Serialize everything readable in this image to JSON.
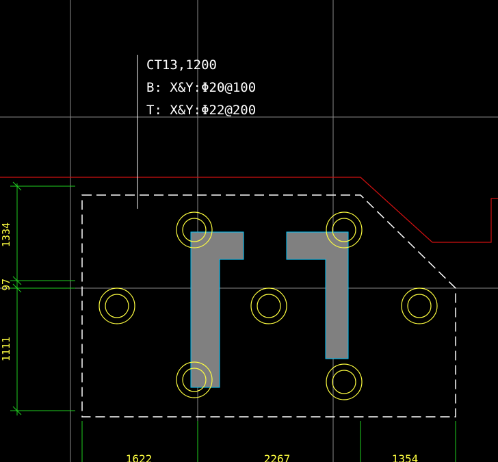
{
  "annotation": {
    "line1": "CT13,1200",
    "line2": "B: X&Y:Φ20@100",
    "line3": "T: X&Y:Φ22@200"
  },
  "dimensions": {
    "left": [
      "1334",
      "97",
      "1111"
    ],
    "bottom": [
      "1622",
      "2267",
      "1354"
    ]
  },
  "colors": {
    "background": "#000000",
    "grid": "#9a9a9a",
    "outline": "#ffffff",
    "red_line": "#d01010",
    "pile": "#ffff40",
    "wall_fill": "#808080",
    "wall_edge": "#00c8ff",
    "dimension": "#20d020"
  }
}
